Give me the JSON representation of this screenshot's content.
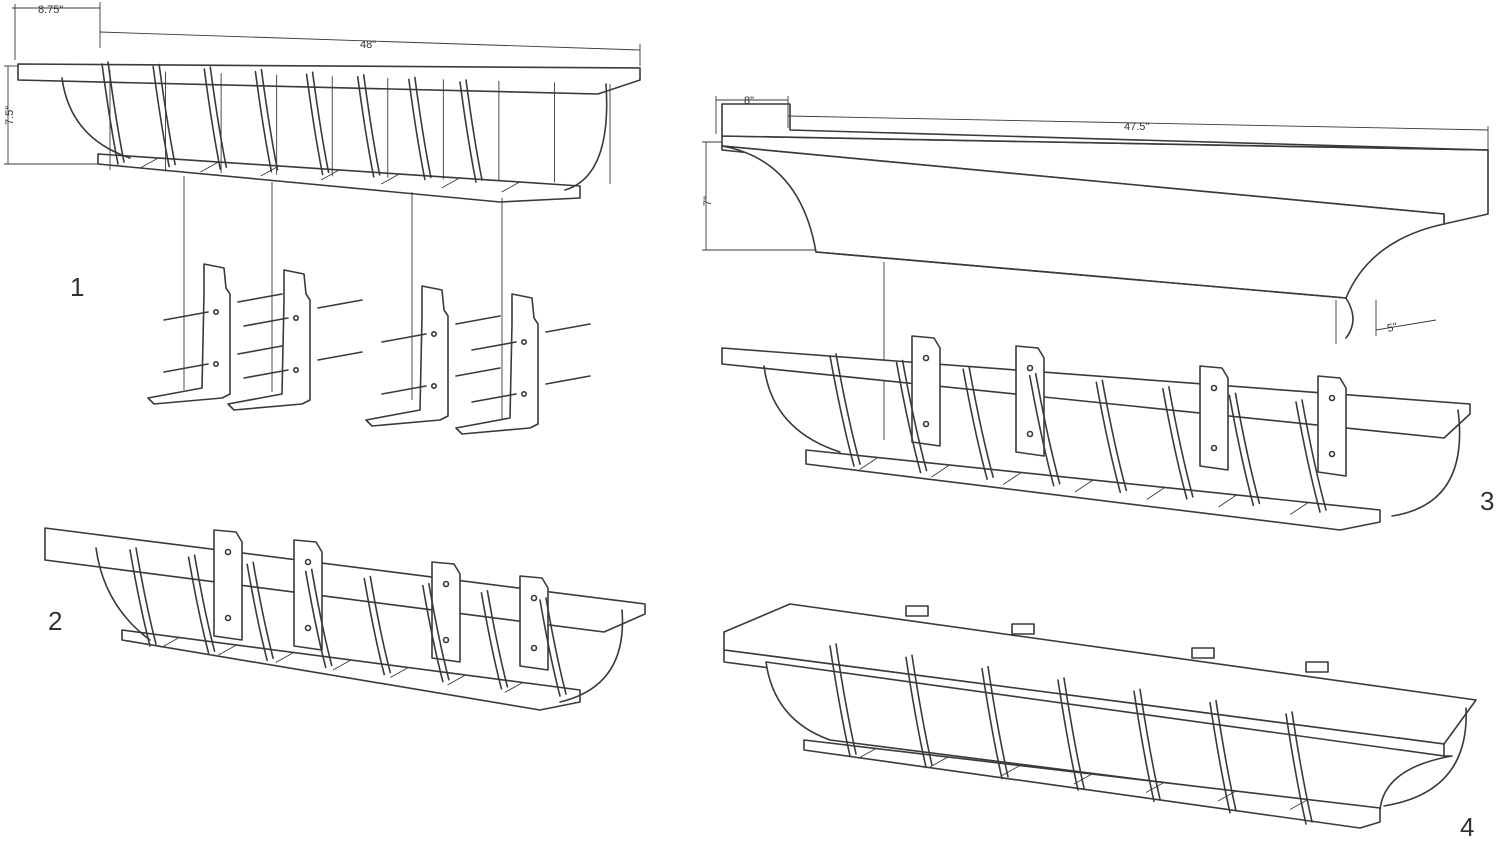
{
  "steps": [
    {
      "number": "1"
    },
    {
      "number": "2"
    },
    {
      "number": "3"
    },
    {
      "number": "4"
    }
  ],
  "dimensions": {
    "rack_depth": "8.75\"",
    "rack_length": "48\"",
    "rack_height": "7.5\"",
    "liner_depth": "8\"",
    "liner_length": "47.5\"",
    "liner_height": "7\"",
    "liner_bottom": "5\""
  },
  "colors": {
    "line": "#3a3a3a",
    "background": "#ffffff"
  }
}
